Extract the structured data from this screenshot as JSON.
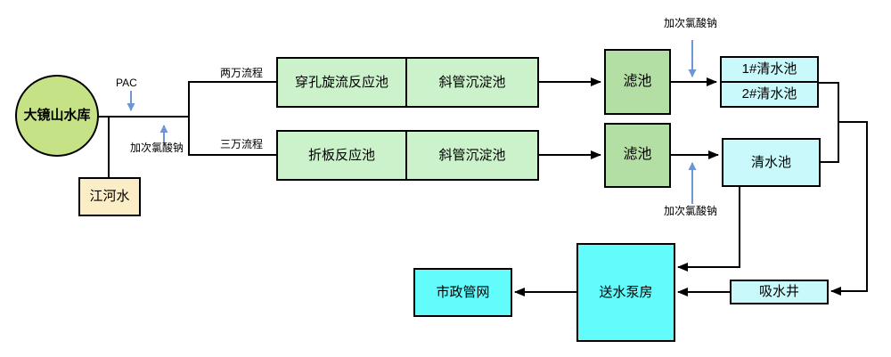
{
  "nodes": {
    "reservoir": "大镜山水库",
    "river_water": "江河水",
    "perforated_swirl_reaction_tank": "穿孔旋流反应池",
    "inclined_tube_sedimentation_tank_1": "斜管沉淀池",
    "folded_plate_reaction_tank": "折板反应池",
    "inclined_tube_sedimentation_tank_2": "斜管沉淀池",
    "filter_1": "滤池",
    "filter_2": "滤池",
    "clear_water_tank_1": "1#清水池",
    "clear_water_tank_2": "2#清水池",
    "clear_water_tank": "清水池",
    "suction_well": "吸水井",
    "pump_station": "送水泵房",
    "municipal_network": "市政管网"
  },
  "labels": {
    "pac": "PAC",
    "sodium_hypochlorite_left": "加次氯酸钠",
    "sodium_hypochlorite_top": "加次氯酸钠",
    "sodium_hypochlorite_bottom": "加次氯酸钠",
    "flow_20k": "两万流程",
    "flow_30k": "三万流程"
  },
  "colors": {
    "reservoir_fill": "#c6e287",
    "river_fill": "#fbeec6",
    "reaction_fill": "#ccf2cc",
    "filter_fill": "#b4dfa4",
    "clear_water_fill": "#caf9fb",
    "pump_fill": "#63fcfc",
    "line": "#000000",
    "dosing_arrow": "#6e96d2"
  }
}
